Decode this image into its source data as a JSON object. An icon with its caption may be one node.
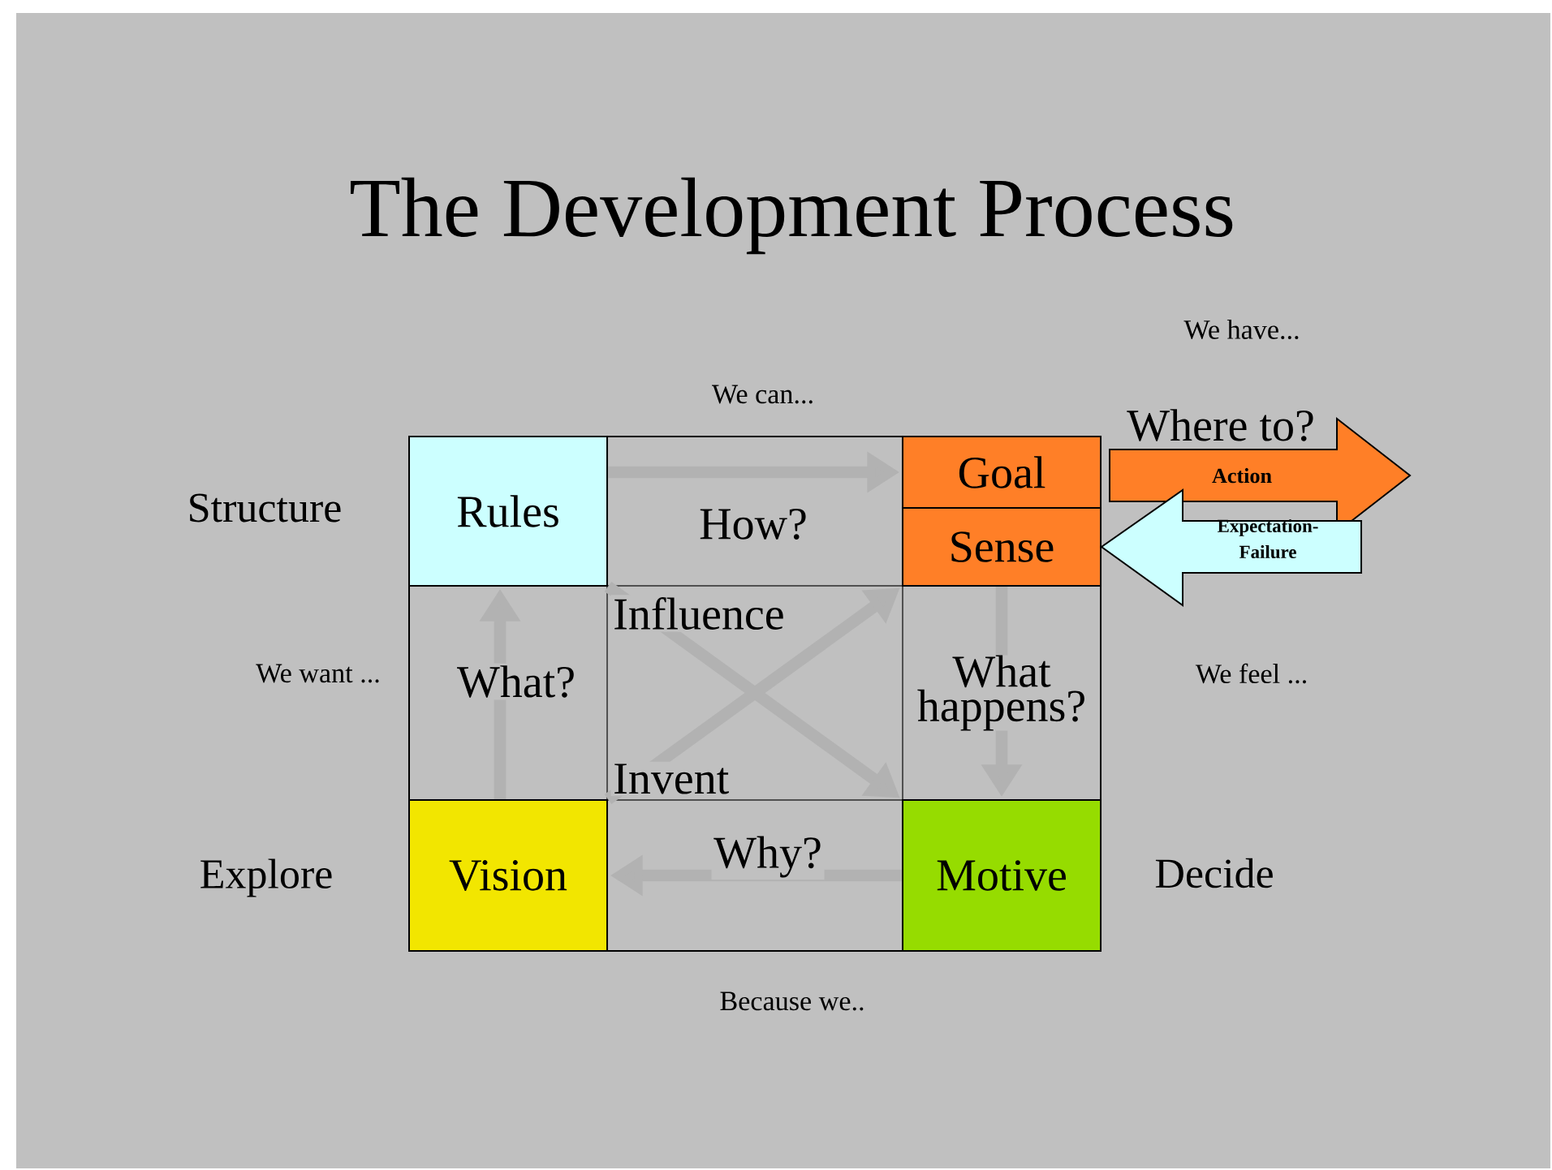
{
  "diagram": {
    "title": "The Development Process",
    "nodes": [
      {
        "text": [
          "Rules"
        ]
      },
      {
        "text": [
          "Goal"
        ]
      },
      {
        "text": [
          "Sense"
        ]
      },
      {
        "text": [
          "Vision"
        ]
      },
      {
        "text": [
          "Motive"
        ]
      }
    ],
    "edges": [
      {
        "from": 0,
        "to": 1,
        "arrow": "to",
        "label": "How?"
      },
      {
        "from": 3,
        "to": 0,
        "arrow": "to",
        "label": "What?"
      },
      {
        "from": 2,
        "to": 4,
        "arrow": "to",
        "label": "What happens?"
      },
      {
        "from": 4,
        "to": 3,
        "arrow": "to",
        "label": "Why?"
      },
      {
        "from": 3,
        "to": 2,
        "arrow": "to",
        "label": "Invent"
      },
      {
        "from": 0,
        "to": 4,
        "arrow": "to",
        "label": "Influence"
      },
      {
        "from": 1,
        "to": null,
        "arrow": "to",
        "label": "Action"
      },
      {
        "from": null,
        "to": 2,
        "arrow": "to",
        "label": "Expectation-Failure"
      }
    ],
    "labels": [
      "We have...",
      "We can...",
      "Where to?",
      "Structure",
      "We want ...",
      "We feel ...",
      "Explore",
      "Decide",
      "Because we.."
    ]
  }
}
